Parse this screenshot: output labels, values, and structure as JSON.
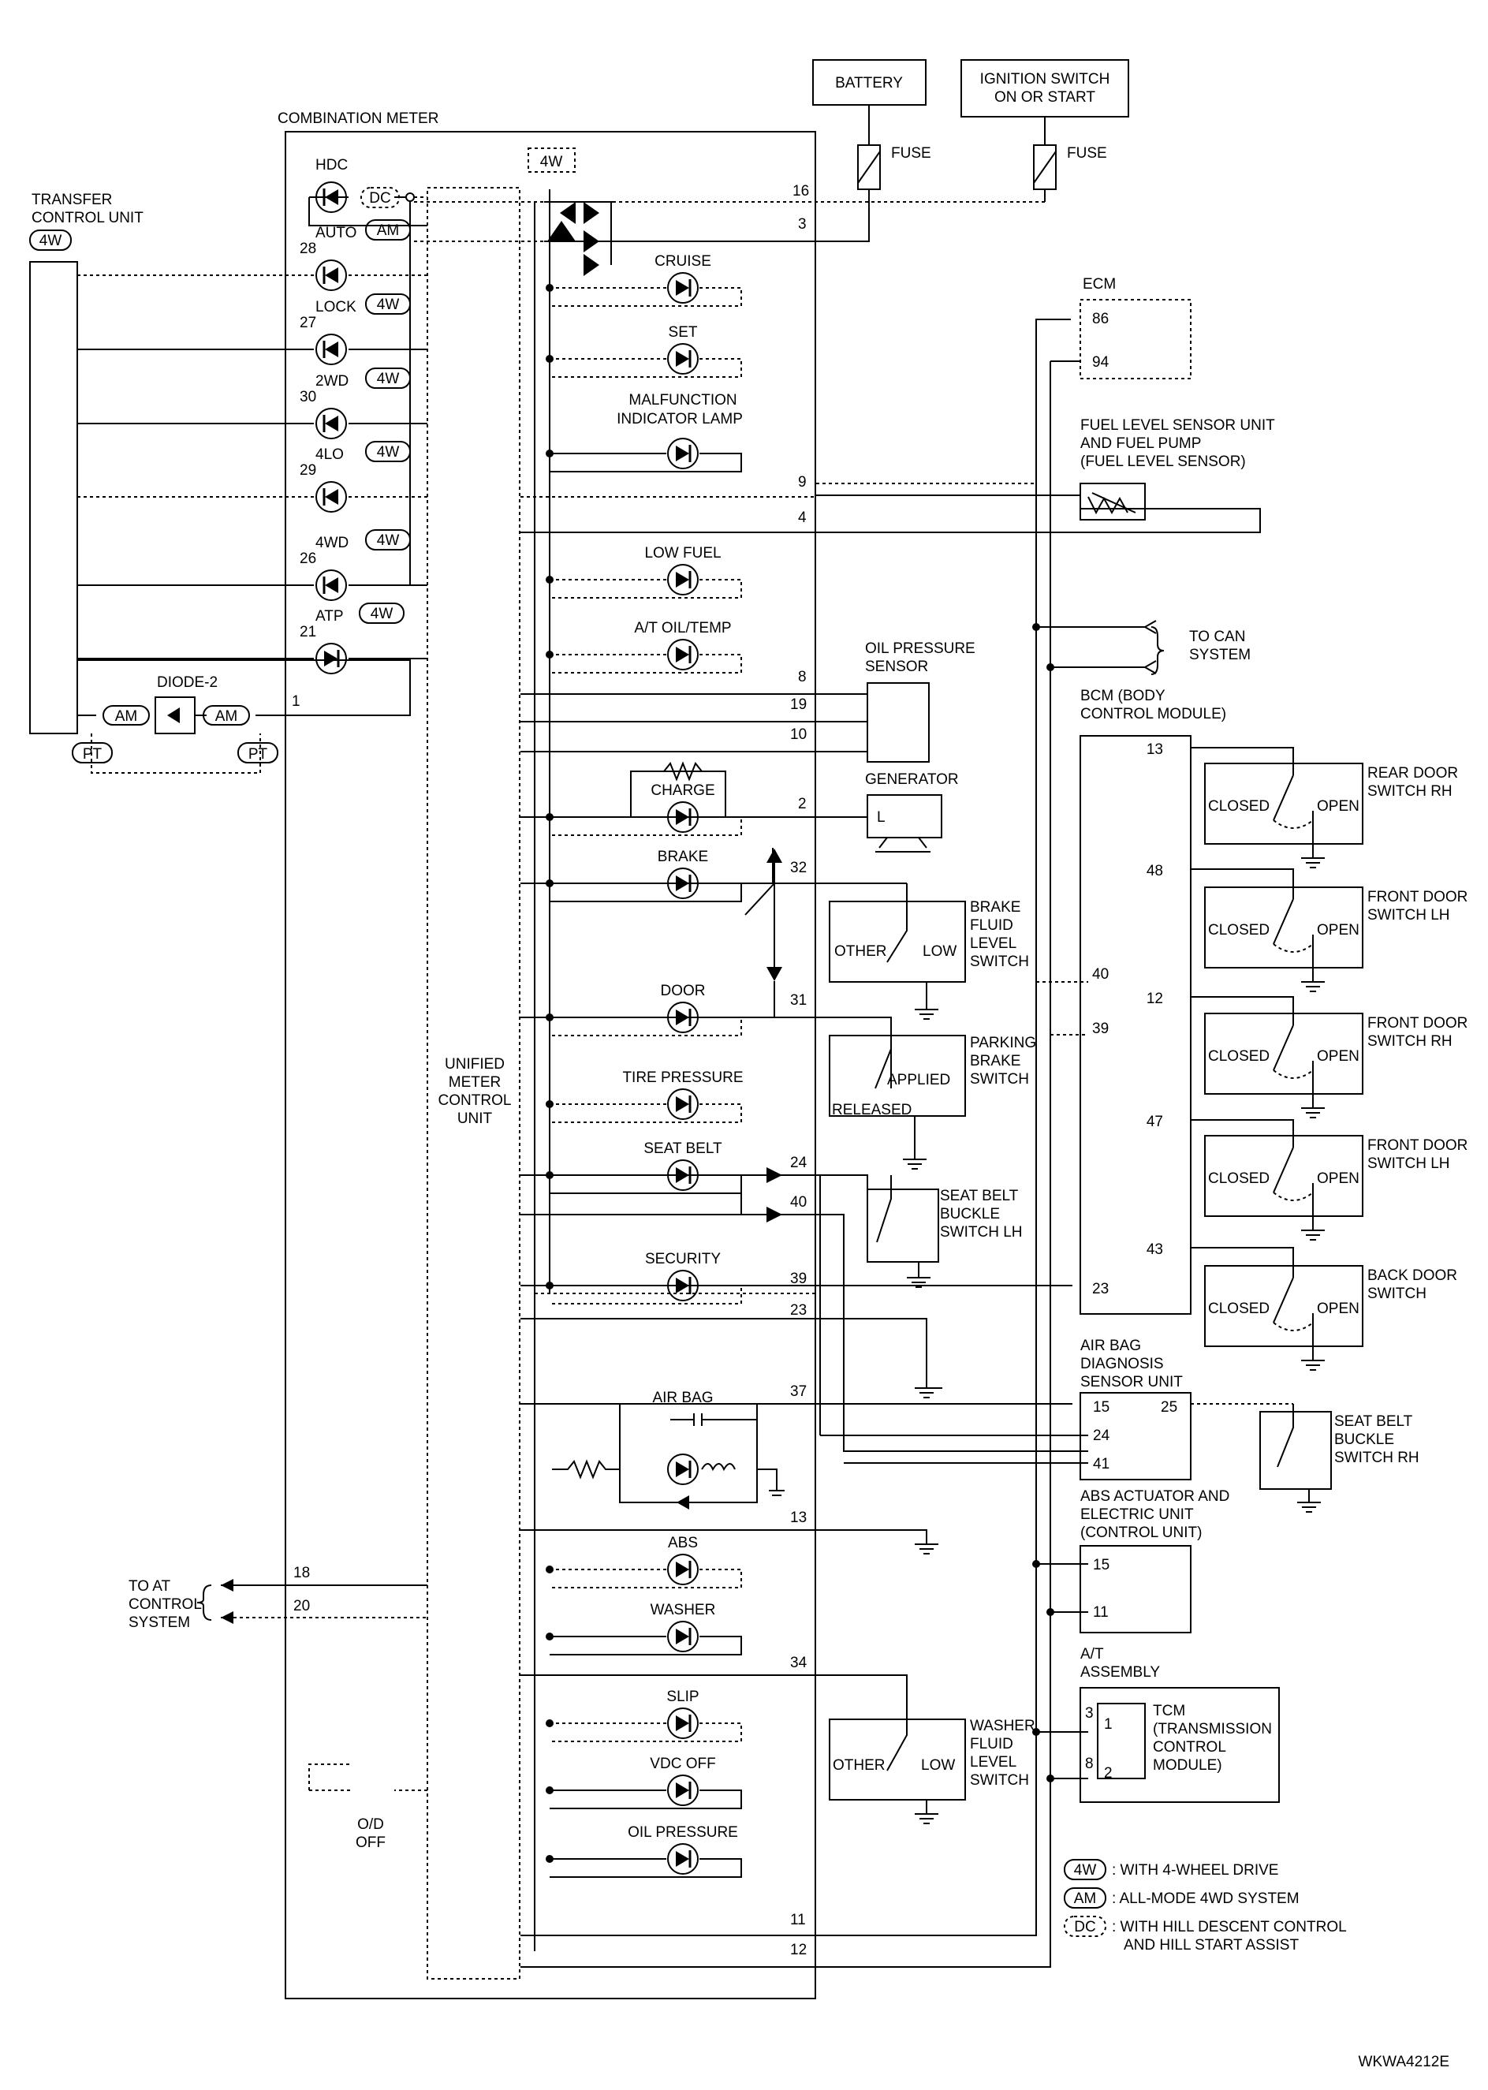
{
  "title_block": {
    "combination_meter": "COMBINATION METER",
    "unified_meter": [
      "UNIFIED",
      "METER",
      "CONTROL",
      "UNIT"
    ],
    "diagram_code": "WKWA4212E"
  },
  "power": {
    "battery": "BATTERY",
    "ignition": [
      "IGNITION SWITCH",
      "ON OR START"
    ],
    "fuse": "FUSE"
  },
  "transfer": {
    "label": [
      "TRANSFER",
      "CONTROL UNIT"
    ],
    "badge": "4W"
  },
  "badges": {
    "w4": "4W",
    "am": "AM",
    "dc": "DC",
    "pt": "PT"
  },
  "indicators_left": [
    {
      "name": "HDC",
      "pin": ""
    },
    {
      "name": "AUTO",
      "pin": "28"
    },
    {
      "name": "LOCK",
      "pin": "27"
    },
    {
      "name": "2WD",
      "pin": "30"
    },
    {
      "name": "4LO",
      "pin": "29"
    },
    {
      "name": "4WD",
      "pin": "26"
    },
    {
      "name": "ATP",
      "pin": "21"
    }
  ],
  "diode2": {
    "label": "DIODE-2",
    "pin": "1"
  },
  "indicators_right": [
    {
      "name": "CRUISE"
    },
    {
      "name": "SET"
    },
    {
      "name": "MALFUNCTION"
    },
    {
      "name": "LOW FUEL"
    },
    {
      "name": "A/T OIL/TEMP"
    },
    {
      "name": "CHARGE"
    },
    {
      "name": "BRAKE"
    },
    {
      "name": "DOOR"
    },
    {
      "name": "TIRE PRESSURE"
    },
    {
      "name": "SEAT BELT"
    },
    {
      "name": "SECURITY"
    },
    {
      "name": "AIR BAG"
    },
    {
      "name": "ABS"
    },
    {
      "name": "WASHER"
    },
    {
      "name": "SLIP"
    },
    {
      "name": "VDC OFF"
    },
    {
      "name": "OIL PRESSURE"
    }
  ],
  "mil_line2": "INDICATOR LAMP",
  "od_off": [
    "O/D",
    "OFF"
  ],
  "pins": {
    "p16": "16",
    "p3": "3",
    "p9": "9",
    "p4": "4",
    "p8": "8",
    "p19": "19",
    "p10": "10",
    "p2": "2",
    "p32": "32",
    "p31": "31",
    "p24": "24",
    "p40": "40",
    "p39": "39",
    "p23": "23",
    "p37": "37",
    "p13": "13",
    "p18": "18",
    "p20": "20",
    "p34": "34",
    "p11": "11",
    "p12": "12"
  },
  "to_at": [
    "TO AT",
    "CONTROL",
    "SYSTEM"
  ],
  "ecm": {
    "label": "ECM",
    "pins": [
      "86",
      "94"
    ]
  },
  "fuel_sensor": [
    "FUEL LEVEL SENSOR UNIT",
    "AND FUEL PUMP",
    "(FUEL LEVEL SENSOR)"
  ],
  "can": [
    "TO CAN",
    "SYSTEM"
  ],
  "oil_sensor": [
    "OIL PRESSURE",
    "SENSOR"
  ],
  "generator": {
    "label": "GENERATOR",
    "terminal": "L"
  },
  "brake_fluid": {
    "label": [
      "BRAKE",
      "FLUID",
      "LEVEL",
      "SWITCH"
    ],
    "other": "OTHER",
    "low": "LOW"
  },
  "parking": {
    "label": [
      "PARKING",
      "BRAKE",
      "SWITCH"
    ],
    "applied": "APPLIED",
    "released": "RELEASED"
  },
  "seatbelt_lh": [
    "SEAT BELT",
    "BUCKLE",
    "SWITCH LH"
  ],
  "bcm": {
    "label": [
      "BCM (BODY",
      "CONTROL MODULE)"
    ],
    "pins": [
      "13",
      "48",
      "40",
      "12",
      "39",
      "47",
      "43",
      "23"
    ]
  },
  "door_switches": [
    {
      "label": [
        "REAR DOOR",
        "SWITCH RH"
      ]
    },
    {
      "label": [
        "FRONT DOOR",
        "SWITCH LH"
      ]
    },
    {
      "label": [
        "FRONT DOOR",
        "SWITCH RH"
      ]
    },
    {
      "label": [
        "FRONT DOOR",
        "SWITCH LH"
      ]
    },
    {
      "label": [
        "BACK DOOR",
        "SWITCH"
      ]
    }
  ],
  "closed": "CLOSED",
  "open": "OPEN",
  "airbag": {
    "label": [
      "AIR BAG",
      "DIAGNOSIS",
      "SENSOR UNIT"
    ],
    "pins": [
      "15",
      "25",
      "24",
      "41"
    ]
  },
  "seatbelt_rh": [
    "SEAT BELT",
    "BUCKLE",
    "SWITCH RH"
  ],
  "abs": {
    "label": [
      "ABS ACTUATOR AND",
      "ELECTRIC UNIT",
      "(CONTROL UNIT)"
    ],
    "pins": [
      "15",
      "11"
    ]
  },
  "at_assembly": {
    "label": [
      "A/T",
      "ASSEMBLY"
    ],
    "pins": [
      "3",
      "8",
      "1",
      "2"
    ],
    "tcm": [
      "TCM",
      "(TRANSMISSION",
      "CONTROL",
      "MODULE)"
    ]
  },
  "washer_fluid": {
    "label": [
      "WASHER",
      "FLUID",
      "LEVEL",
      "SWITCH"
    ],
    "other": "OTHER",
    "low": "LOW"
  },
  "legend": [
    {
      "badge": "4W",
      "text": ": WITH 4-WHEEL DRIVE",
      "text2": ""
    },
    {
      "badge": "AM",
      "text": ": ALL-MODE 4WD SYSTEM",
      "text2": ""
    },
    {
      "badge": "DC",
      "text": ": WITH HILL DESCENT CONTROL",
      "text2": "AND HILL START ASSIST"
    }
  ]
}
